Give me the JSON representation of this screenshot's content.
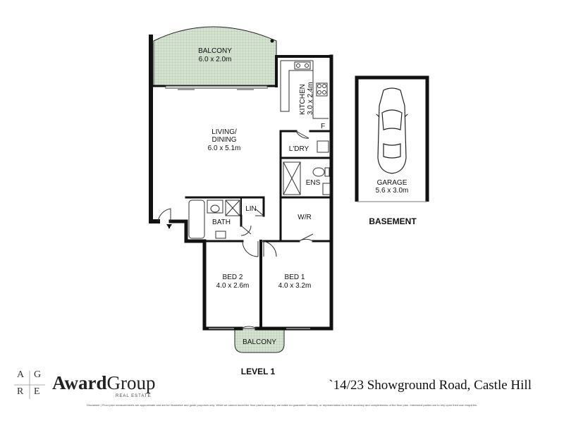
{
  "rooms": {
    "balcony_top": {
      "name": "BALCONY",
      "size": "6.0 x 2.0m"
    },
    "kitchen": {
      "name": "KITCHEN",
      "size": "3.0 x 2.4m"
    },
    "fridge": "F",
    "living": {
      "line1": "LIVING/",
      "line2": "DINING",
      "size": "6.0 x 5.1m"
    },
    "laundry": "L'DRY",
    "ensuite": "ENS",
    "walk_in_robe": "W/R",
    "linen": "LIN",
    "bath": "BATH",
    "bed2": {
      "name": "BED 2",
      "size": "4.0 x 2.6m"
    },
    "bed1": {
      "name": "BED 1",
      "size": "4.0 x 3.2m"
    },
    "balcony_bottom": "BALCONY",
    "garage": {
      "name": "GARAGE",
      "size": "5.6 x 3.0m"
    }
  },
  "levels": {
    "basement": "BASEMENT",
    "level1": "LEVEL 1"
  },
  "brand": {
    "letters": [
      "A",
      "G",
      "R",
      "E"
    ],
    "name_bold": "Award",
    "name_regular": "Group",
    "subtitle": "REAL ESTATE"
  },
  "address": "`14/23 Showground Road, Castle Hill",
  "disclaimer": "Disclaimer | Floor plan measurements are approximate and are for illustrative and guide purposes only. While we cannot doubt the floor plan's accuracy, we make no guarantee, warranty, or representation as to the accuracy and completeness of the floor plan. Interested parties are to rely upon their own enquiries."
}
